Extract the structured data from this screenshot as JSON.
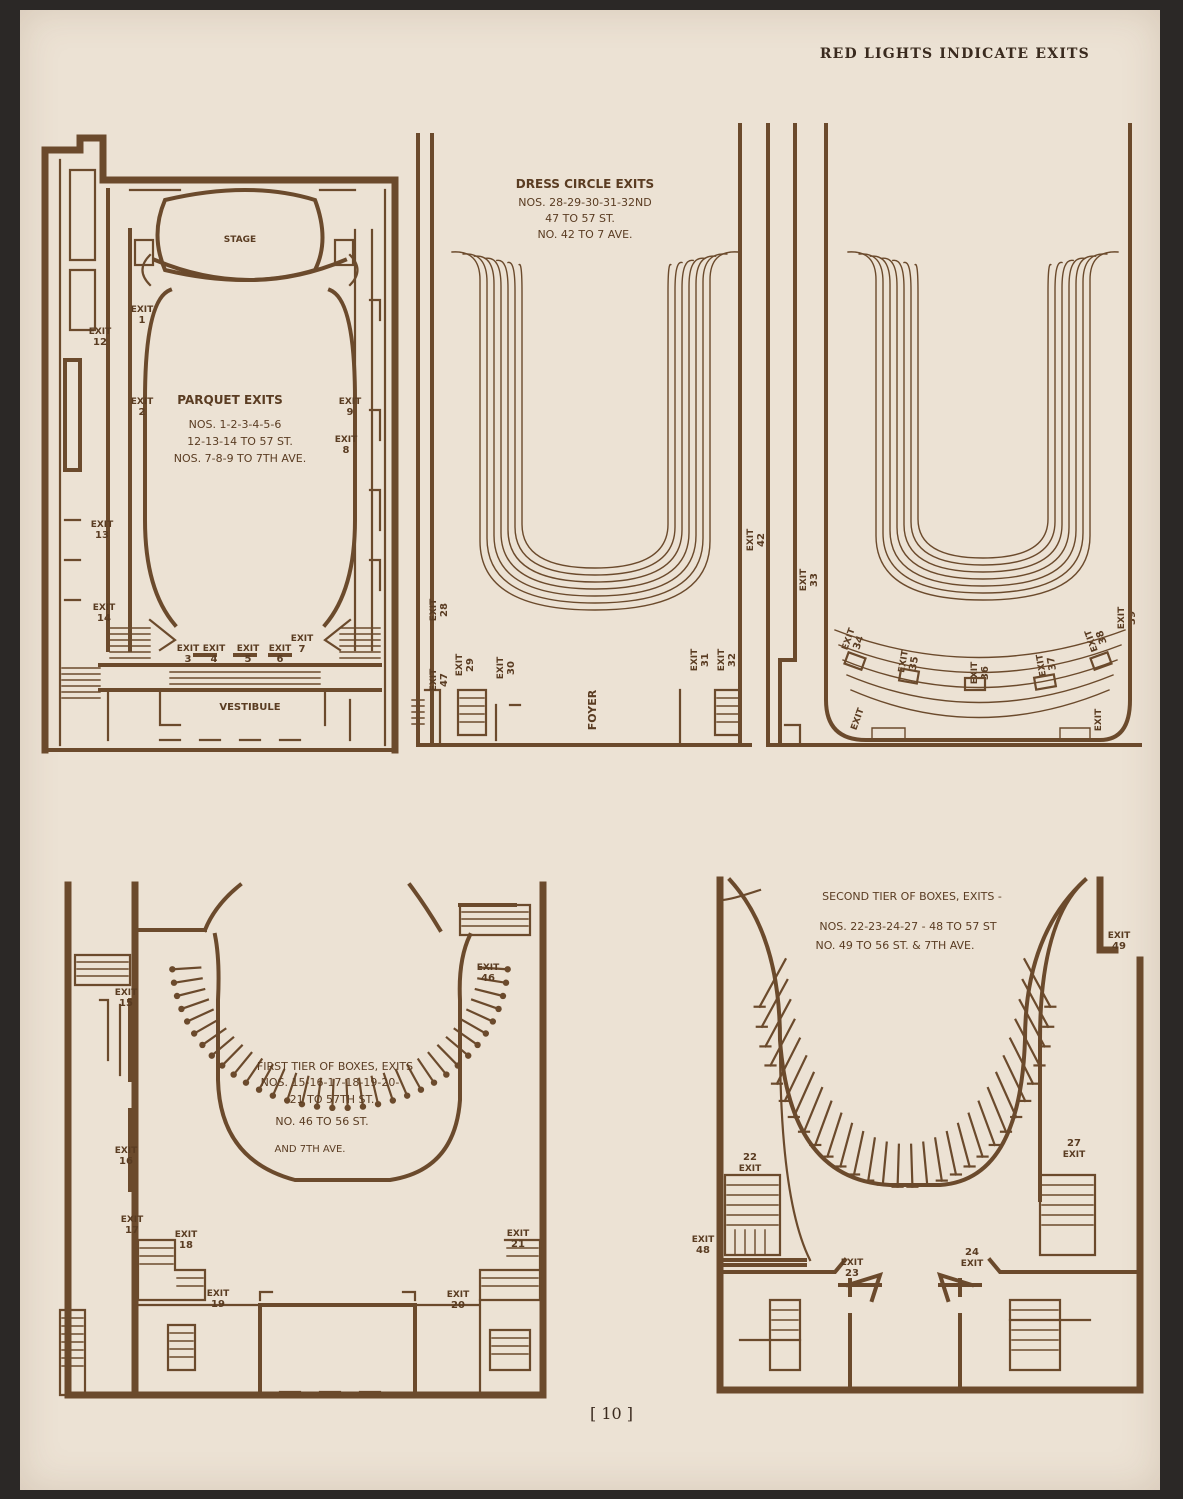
{
  "header": "RED LIGHTS INDICATE EXITS",
  "page_number": "[ 10 ]",
  "parquet": {
    "stage": "STAGE",
    "vestibule": "VESTIBULE",
    "title": "PARQUET EXITS",
    "lines": [
      "NOS. 1-2-3-4-5-6",
      "12-13-14 TO 57 ST.",
      "NOS. 7-8-9 TO 7TH AVE."
    ],
    "exits": [
      "1",
      "2",
      "3",
      "4",
      "5",
      "6",
      "7",
      "8",
      "9",
      "12",
      "13",
      "14"
    ]
  },
  "dress_circle": {
    "title": "DRESS CIRCLE EXITS",
    "lines": [
      "NOS. 28-29-30-31-32ND",
      "47 TO 57 ST.",
      "NO. 42 TO 7 AVE."
    ],
    "foyer": "FOYER",
    "exits": [
      "28",
      "29",
      "30",
      "31",
      "32",
      "33",
      "34",
      "35",
      "36",
      "37",
      "38",
      "39",
      "42",
      "47"
    ]
  },
  "first_tier": {
    "title": "FIRST TIER OF BOXES, EXITS",
    "lines": [
      "NOS. 15-16-17-18-19-20-",
      "21 TO 57TH ST.",
      "NO. 46 TO 56 ST.",
      "AND 7TH AVE."
    ],
    "exits": [
      "15",
      "16",
      "17",
      "18",
      "19",
      "20",
      "21",
      "46"
    ]
  },
  "second_tier": {
    "title": "SECOND TIER OF BOXES, EXITS -",
    "lines": [
      "NOS. 22-23-24-27 - 48 TO 57 ST",
      "NO. 49 TO 56 ST. & 7TH AVE."
    ],
    "exits": [
      "22",
      "23",
      "24",
      "27",
      "48",
      "49"
    ]
  },
  "exit_word": "EXIT",
  "colors": {
    "paper": "#ece2d4",
    "ink": "#6b4a2c",
    "backdrop": "#2b2826"
  }
}
